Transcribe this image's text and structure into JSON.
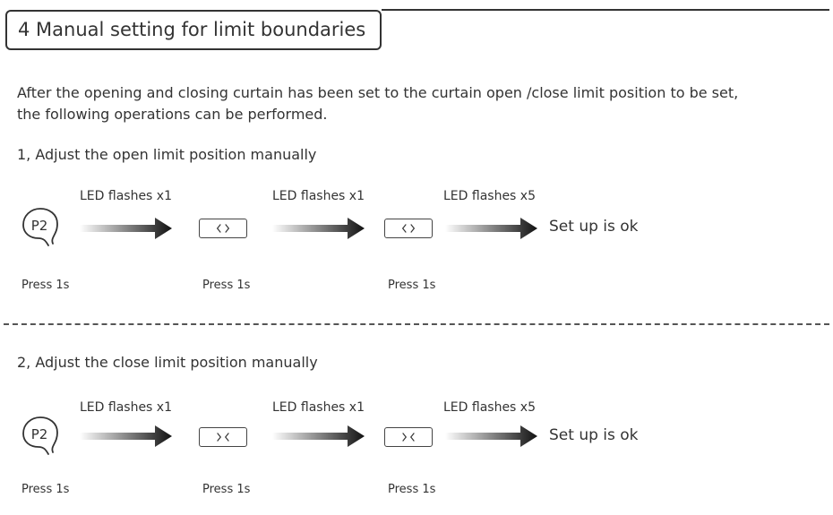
{
  "section": {
    "title": "4  Manual setting for limit boundaries"
  },
  "intro": {
    "line1": "After the opening and closing curtain has been set to the curtain open /close limit position to be set,",
    "line2": "the following operations can be performed."
  },
  "steps": [
    {
      "heading": "1, Adjust the open limit position manually",
      "button_label": "P2",
      "flash_labels": [
        "LED flashes x1",
        "LED flashes x1",
        "LED flashes x5"
      ],
      "press_labels": [
        "Press 1s",
        "Press 1s",
        "Press 1s"
      ],
      "result": "Set up is ok",
      "direction_icon": "open-chevrons-icon"
    },
    {
      "heading": "2, Adjust the close limit position manually",
      "button_label": "P2",
      "flash_labels": [
        "LED flashes x1",
        "LED flashes x1",
        "LED flashes x5"
      ],
      "press_labels": [
        "Press 1s",
        "Press 1s",
        "Press 1s"
      ],
      "result": "Set up is ok",
      "direction_icon": "close-chevrons-icon"
    }
  ],
  "colors": {
    "text": "#333333",
    "arrow_start": "#ffffff",
    "arrow_end": "#111111"
  }
}
